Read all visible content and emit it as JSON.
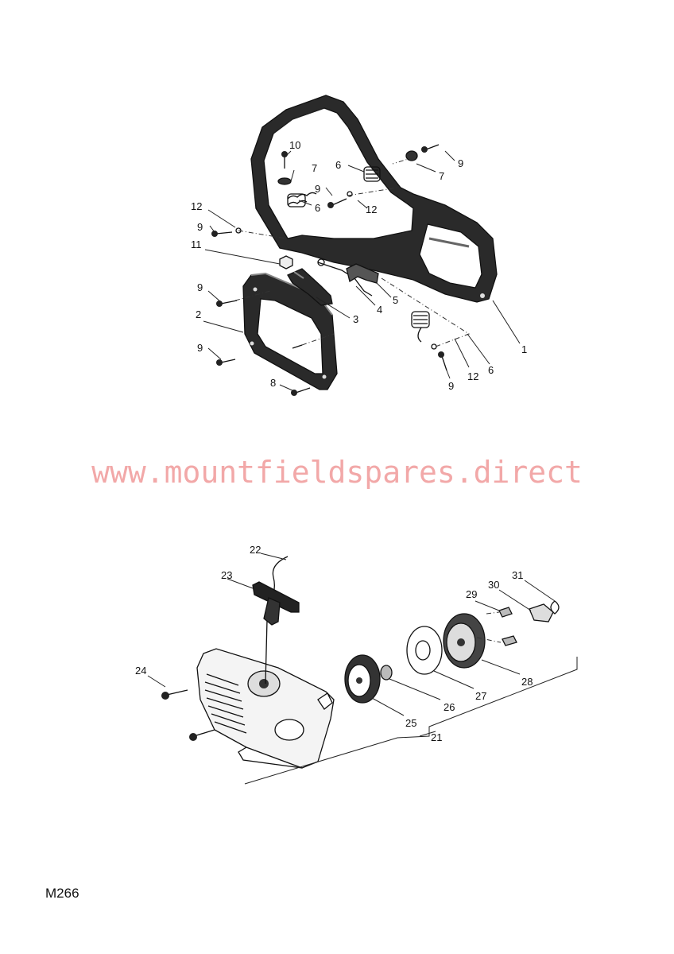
{
  "page_code": "M266",
  "watermark": "www.mountfieldspares.direct",
  "colors": {
    "watermark": "#f2a8a8",
    "ink": "#111111",
    "background": "#ffffff"
  },
  "top_assembly_callouts": [
    "1",
    "2",
    "3",
    "4",
    "5",
    "6",
    "6",
    "6",
    "7",
    "7",
    "8",
    "9",
    "9",
    "9",
    "9",
    "9",
    "9",
    "10",
    "11",
    "12",
    "12",
    "12"
  ],
  "bottom_assembly_callouts": [
    "21",
    "22",
    "23",
    "24",
    "25",
    "26",
    "27",
    "28",
    "29",
    "30",
    "31"
  ]
}
